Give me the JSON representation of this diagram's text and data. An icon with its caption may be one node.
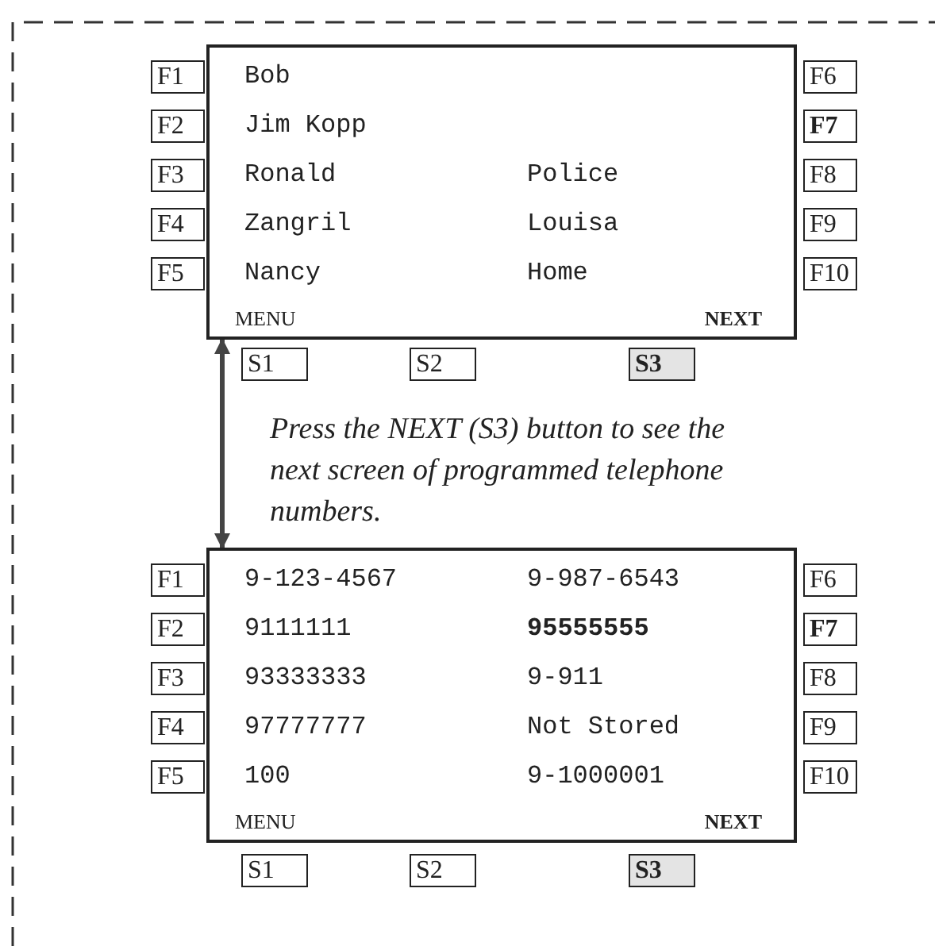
{
  "diagram": {
    "nodes": [
      {
        "text": [
          "Bob",
          "Jim Kopp",
          "Ronald",
          "Police",
          "Zangril",
          "Louisa",
          "Nancy",
          "Home",
          "MENU",
          "NEXT"
        ]
      },
      {
        "text": [
          "F1"
        ]
      },
      {
        "text": [
          "F2"
        ]
      },
      {
        "text": [
          "F3"
        ]
      },
      {
        "text": [
          "F4"
        ]
      },
      {
        "text": [
          "F5"
        ]
      },
      {
        "text": [
          "F6"
        ]
      },
      {
        "text": [
          "F7"
        ]
      },
      {
        "text": [
          "F8"
        ]
      },
      {
        "text": [
          "F9"
        ]
      },
      {
        "text": [
          "F10"
        ]
      },
      {
        "text": [
          "S1"
        ]
      },
      {
        "text": [
          "S2"
        ]
      },
      {
        "text": [
          "S3"
        ]
      },
      {
        "text": [
          "9-123-4567",
          "9-987-6543",
          "9111111",
          "95555555",
          "93333333",
          "9-911",
          "97777777",
          "Not Stored",
          "100",
          "9-1000001",
          "MENU",
          "NEXT"
        ]
      },
      {
        "text": [
          "F1"
        ]
      },
      {
        "text": [
          "F2"
        ]
      },
      {
        "text": [
          "F3"
        ]
      },
      {
        "text": [
          "F4"
        ]
      },
      {
        "text": [
          "F5"
        ]
      },
      {
        "text": [
          "F6"
        ]
      },
      {
        "text": [
          "F7"
        ]
      },
      {
        "text": [
          "F8"
        ]
      },
      {
        "text": [
          "F9"
        ]
      },
      {
        "text": [
          "F10"
        ]
      },
      {
        "text": [
          "S1"
        ]
      },
      {
        "text": [
          "S2"
        ]
      },
      {
        "text": [
          "S3"
        ]
      }
    ],
    "edges": [
      {
        "from": 0,
        "to": 14,
        "arrow": "both"
      }
    ],
    "labels": [
      "Press the NEXT (S3) button to see the next screen of programmed telephone numbers."
    ]
  }
}
